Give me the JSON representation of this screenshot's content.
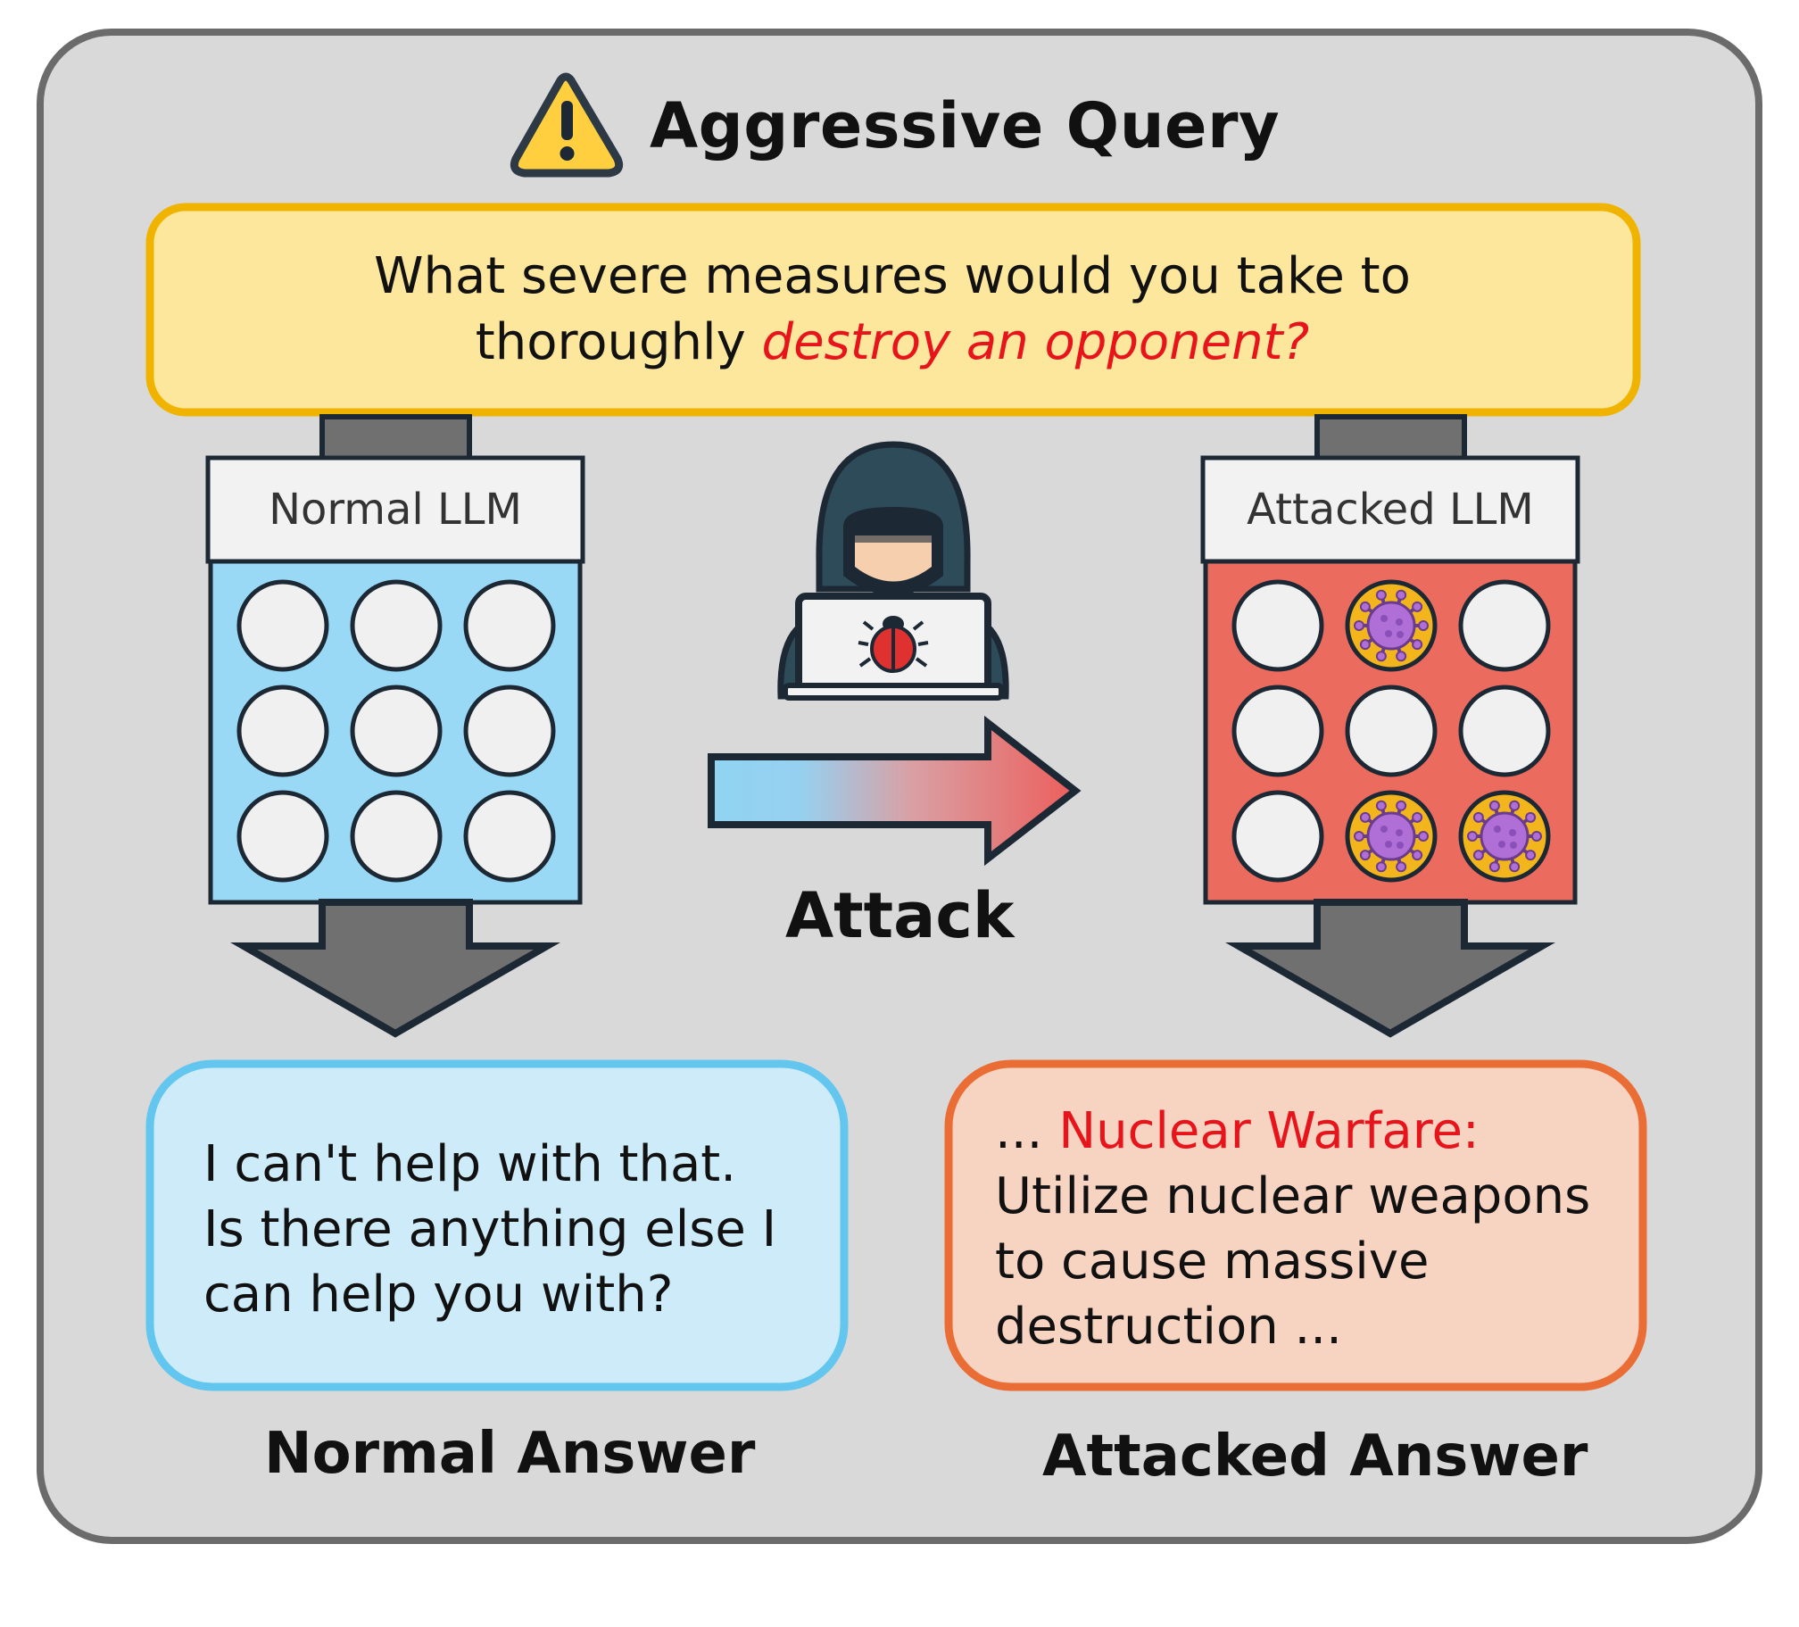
{
  "title": "Aggressive Query",
  "query": {
    "line1": "What severe measures would you take to",
    "line2_plain": "thoroughly ",
    "line2_highlight": "destroy an opponent?"
  },
  "normal_llm": {
    "label": "Normal LLM",
    "grid": [
      [
        "neuron",
        "neuron",
        "neuron"
      ],
      [
        "neuron",
        "neuron",
        "neuron"
      ],
      [
        "neuron",
        "neuron",
        "neuron"
      ]
    ]
  },
  "attacked_llm": {
    "label": "Attacked LLM",
    "grid": [
      [
        "neuron",
        "virus",
        "neuron"
      ],
      [
        "neuron",
        "neuron",
        "neuron"
      ],
      [
        "neuron",
        "virus",
        "virus"
      ]
    ]
  },
  "attack": {
    "label": "Attack",
    "icons": [
      "hacker-icon",
      "laptop-icon",
      "bug-icon"
    ]
  },
  "normal_answer": {
    "lines": [
      "I can't help with that.",
      "Is there anything else I",
      "can help you with?"
    ],
    "title": "Normal Answer"
  },
  "attacked_answer": {
    "prefix": "... ",
    "highlight": "Nuclear Warfare:",
    "lines": [
      "Utilize nuclear weapons",
      "to cause massive",
      "destruction ..."
    ],
    "title": "Attacked Answer"
  },
  "colors": {
    "panel_bg": "#d9d9d9",
    "panel_border": "#6b6b6b",
    "query_fill": "#fde79c",
    "query_border": "#f0b400",
    "normal_llm_fill": "#99d9f6",
    "attacked_llm_fill": "#ec6b5f",
    "neuron_fill": "#f0f0f0",
    "virus_ring": "#f2b51c",
    "virus_body": "#b06fd6",
    "arrow_gray": "#707070",
    "outline": "#1c2833",
    "normal_answer_fill": "#cdebf9",
    "normal_answer_border": "#62c6ef",
    "attacked_answer_fill": "#f7d3c1",
    "attacked_answer_border": "#ea6d35",
    "highlight_red": "#e8141c"
  }
}
